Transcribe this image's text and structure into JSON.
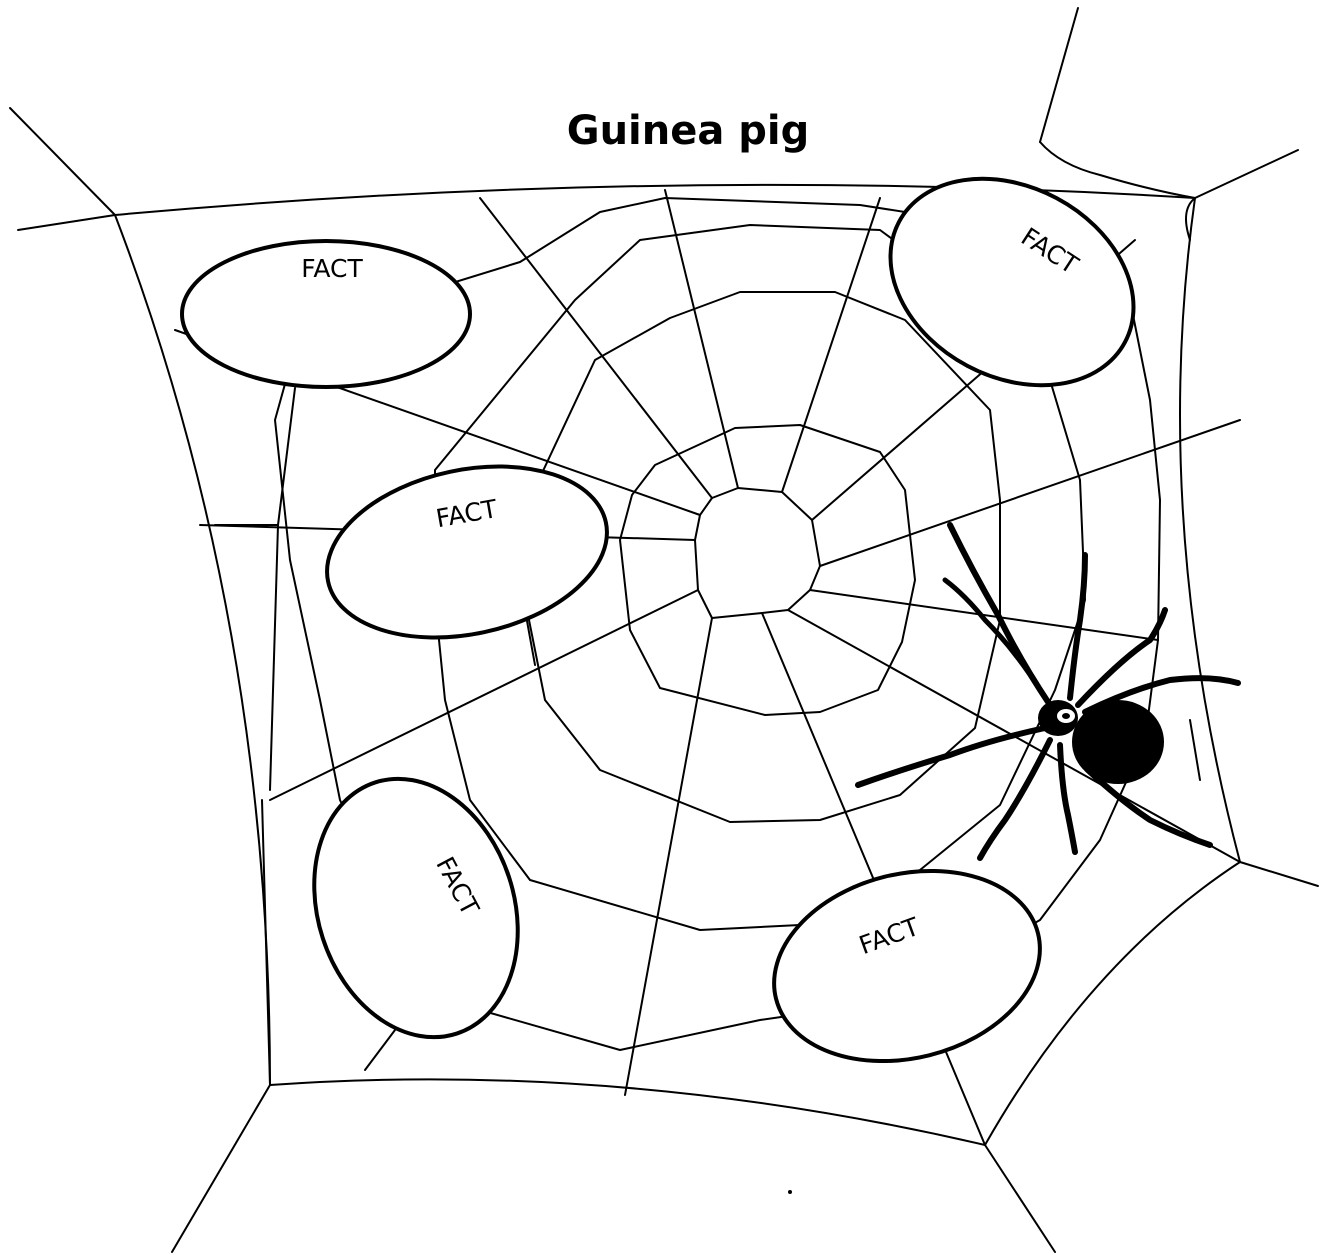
{
  "worksheet": {
    "title": "Guinea pig",
    "fact_label": "FACT",
    "fact_count": 5
  },
  "colors": {
    "ink": "#000000",
    "paper": "#ffffff"
  },
  "illustration": {
    "web": "spider-web",
    "creature": "spider-icon"
  }
}
